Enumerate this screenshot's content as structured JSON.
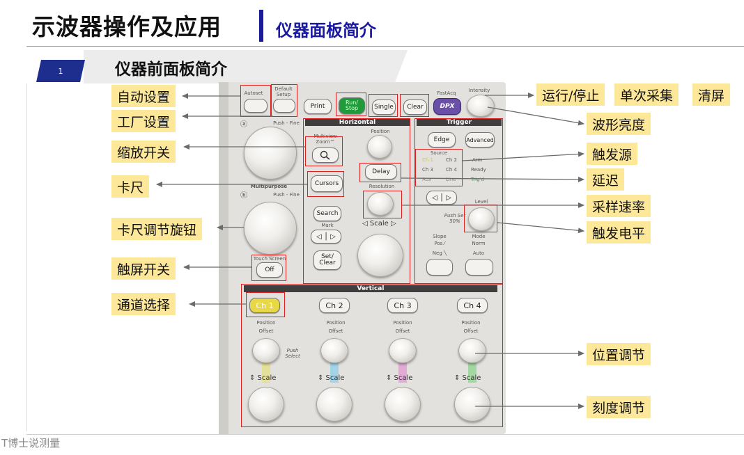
{
  "header": {
    "title": "示波器操作及应用",
    "subtitle": "仪器面板简介"
  },
  "section": {
    "number": "1",
    "title": "仪器前面板简介"
  },
  "panel": {
    "buttons": {
      "autoset": "Autoset",
      "default_setup": "Default Setup",
      "print": "Print",
      "run_stop": "Run/ Stop",
      "single": "Single",
      "clear": "Clear",
      "fastacq": "FastAcq",
      "dpx": "DPX",
      "intensity": "Intensity",
      "cursors": "Cursors",
      "search": "Search",
      "mark": "Mark",
      "set_clear": "Set/ Clear",
      "delay": "Delay",
      "edge": "Edge",
      "advanced": "Advanced",
      "touch_screen": "Touch Screen",
      "off": "Off",
      "multiview_zoom": "Multiview Zoom™"
    },
    "texts": {
      "knob_a": "ⓐ",
      "knob_b": "ⓑ",
      "push_fine": "Push - Fine",
      "multipurpose": "Multipurpose",
      "horizontal": "Horizontal",
      "position": "Position",
      "resolution": "Resolution",
      "scale": "◁ Scale ▷",
      "trigger": "Trigger",
      "source": "Source",
      "level": "Level",
      "push_set50": "Push Set 50%",
      "slope": "Slope",
      "pos": "Pos ⁄",
      "neg": "Neg ╲",
      "mode": "Mode",
      "norm": "Norm",
      "auto": "Auto",
      "arm": "Arm",
      "ready": "Ready",
      "trigd": "Trig'd",
      "ch1s": "Ch 1",
      "ch2s": "Ch 2",
      "ch3s": "Ch 3",
      "ch4s": "Ch 4",
      "aux": "Aux",
      "line": "Line",
      "vertical": "Vertical",
      "offset": "Offset",
      "push_select": "Push Select",
      "vscale": "⇕ Scale"
    },
    "channels": [
      "Ch 1",
      "Ch 2",
      "Ch 3",
      "Ch 4"
    ]
  },
  "labels": {
    "auto_setup": "自动设置",
    "factory_setup": "工厂设置",
    "zoom_switch": "缩放开关",
    "cursor": "卡尺",
    "cursor_knob": "卡尺调节旋钮",
    "touch_switch": "触屏开关",
    "channel_select": "通道选择",
    "run_stop": "运行/停止",
    "single_acq": "单次采集",
    "clear_screen": "清屏",
    "intensity": "波形亮度",
    "trigger_source": "触发源",
    "delay": "延迟",
    "sample_rate": "采样速率",
    "trigger_level": "触发电平",
    "position_adj": "位置调节",
    "scale_adj": "刻度调节"
  },
  "watermark": "T博士说测量",
  "colors": {
    "title_blue": "#1a1aa0",
    "label_bg": "#fde89a",
    "highlight_red": "#e02020",
    "section_blue": "#1e2e8e"
  }
}
